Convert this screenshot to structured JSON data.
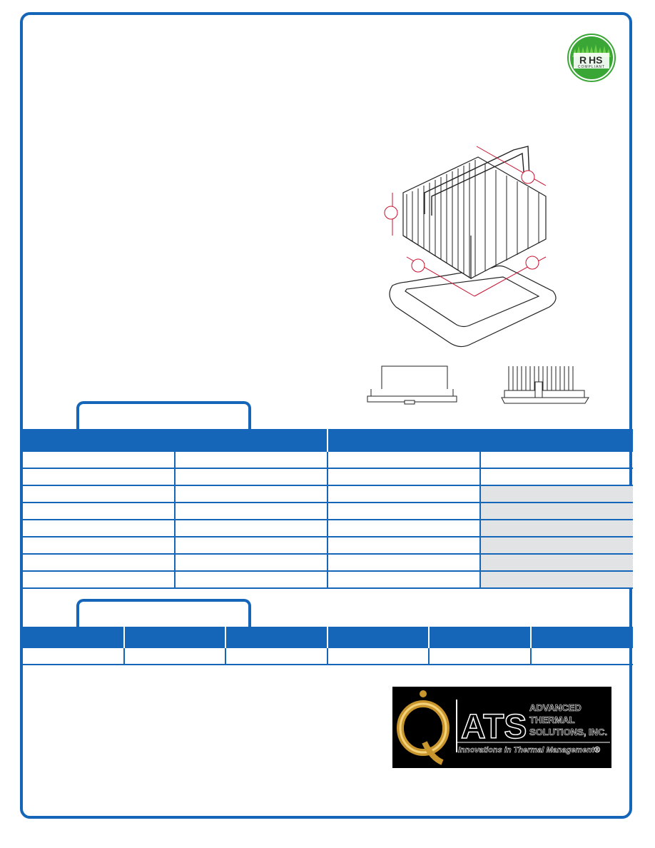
{
  "rohs": {
    "text_r": "R",
    "text_hs": "HS",
    "text_compliant": "COMPLIANT",
    "green": "#3aa635"
  },
  "logo": {
    "letter_q": "Q",
    "letters_ats": "ATS",
    "line1": "ADVANCED",
    "line2": "THERMAL",
    "line3": "SOLUTIONS, INC.",
    "tagline": "Innovations in Thermal Management®"
  },
  "colors": {
    "brand_blue": "#1565b8",
    "shade_gray": "#e2e3e5",
    "callout_red": "#c8102e"
  },
  "spec_table": {
    "header_left": "",
    "header_right": "",
    "rows": 8
  },
  "order_table": {
    "columns": 6,
    "rows": 1
  }
}
